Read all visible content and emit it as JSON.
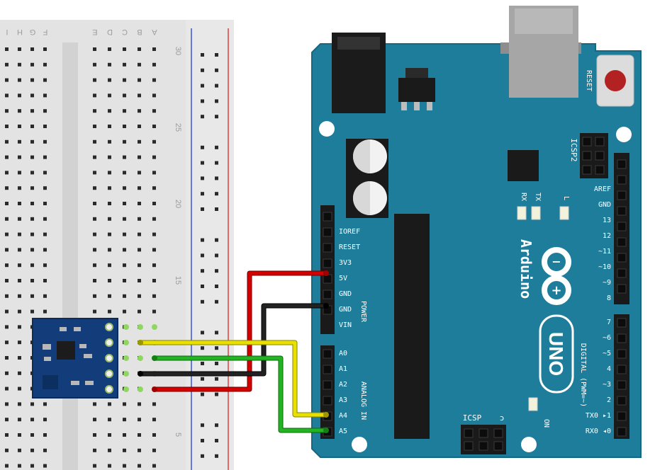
{
  "breadboard": {
    "column_letters": [
      "F",
      "G",
      "H",
      "I",
      "A",
      "B",
      "C",
      "D",
      "E"
    ],
    "row_numbers": [
      "30",
      "25",
      "20",
      "15",
      "5"
    ]
  },
  "arduino": {
    "brand": "Arduino",
    "model": "UNO",
    "reset_label": "RESET",
    "icsp2_label": "ICSP2",
    "icsp_label": "ICSP",
    "led_labels": {
      "rx": "RX",
      "tx": "TX",
      "l": "L",
      "on": "ON"
    },
    "power_header": {
      "title": "POWER",
      "pins": [
        "IOREF",
        "RESET",
        "3V3",
        "5V",
        "GND",
        "GND",
        "VIN"
      ]
    },
    "analog_header": {
      "title": "ANALOG IN",
      "pins": [
        "A0",
        "A1",
        "A2",
        "A3",
        "A4",
        "A5"
      ]
    },
    "digital_header": {
      "title": "DIGITAL (PWM=~)",
      "pins": [
        "AREF",
        "GND",
        "13",
        "12",
        "~11",
        "~10",
        "~9",
        "8",
        "7",
        "~6",
        "~5",
        "4",
        "~3",
        "2",
        "TX0 ▸1",
        "RX0 ◂0"
      ]
    }
  },
  "wires": [
    {
      "color": "#d40000",
      "from": "sensor-pin-4",
      "to": "5V"
    },
    {
      "color": "#111111",
      "from": "sensor-pin-3",
      "to": "GND"
    },
    {
      "color": "#e8e000",
      "from": "sensor-pin-1",
      "to": "A4"
    },
    {
      "color": "#22b422",
      "from": "sensor-pin-2",
      "to": "A5"
    }
  ],
  "colors": {
    "board": "#1e7d9a",
    "board_edge": "#166780",
    "breadboard": "#e4e4e4",
    "sensor": "#123d7a"
  }
}
